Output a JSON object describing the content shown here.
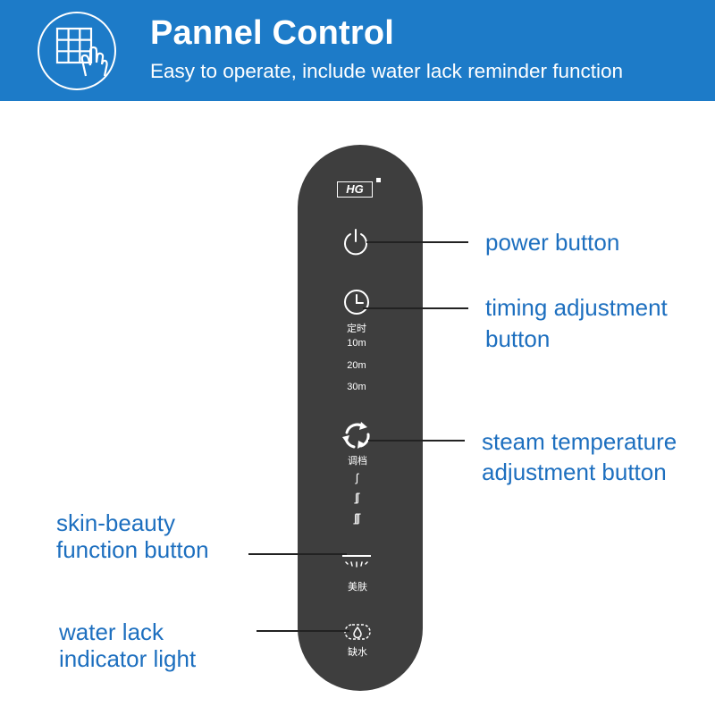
{
  "header": {
    "title": "Pannel Control",
    "subtitle": "Easy to operate, include water lack reminder function",
    "icon": "touch-panel-icon",
    "background_color": "#1d7bc8"
  },
  "panel": {
    "brand": "HG",
    "timer_label": "定时",
    "timer_options": [
      "10m",
      "20m",
      "30m"
    ],
    "steam_label": "调档",
    "steam_levels": [
      "ʃ",
      "ʃʃ",
      "ʃʃʃ"
    ],
    "beauty_label": "美肤",
    "water_label": "缺水",
    "icons": {
      "power": "power-icon",
      "timer": "clock-icon",
      "steam": "cycle-arrows-icon",
      "beauty": "lamp-icon",
      "water": "water-drop-icon"
    }
  },
  "callouts": {
    "power": "power button",
    "timing_line1": "timing adjustment",
    "timing_line2": "button",
    "steam_line1": "steam temperature",
    "steam_line2": "adjustment button",
    "beauty_line1": "skin-beauty",
    "beauty_line2": "function button",
    "water_line1": "water lack",
    "water_line2": "indicator light",
    "label_color": "#1d6fbf"
  }
}
